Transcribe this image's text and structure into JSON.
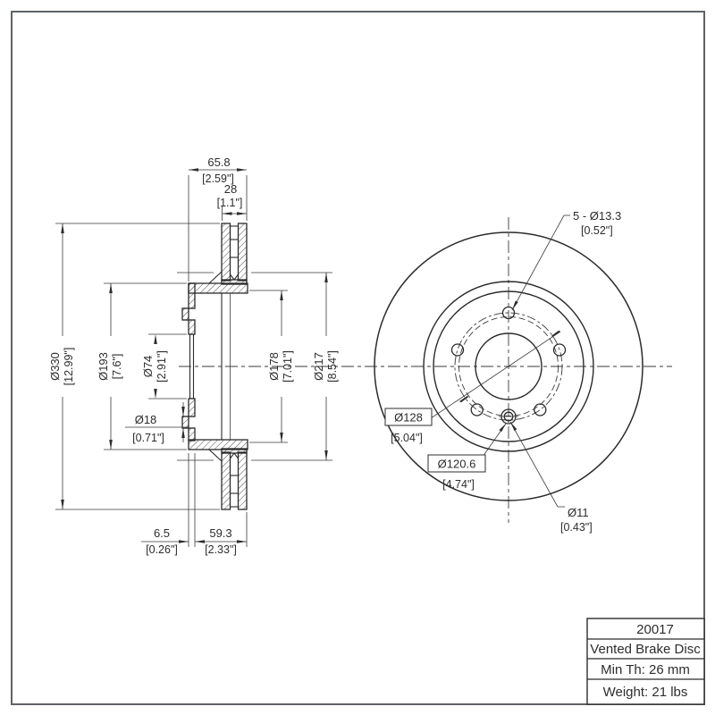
{
  "part": {
    "number": "20017",
    "name": "Vented Brake Disc",
    "min_thickness": "Min Th: 26 mm",
    "weight": "Weight: 21 lbs"
  },
  "section_view": {
    "total_width_mm": "65.8",
    "total_width_in": "[2.59\"]",
    "rotor_thickness_mm": "28",
    "rotor_thickness_in": "[1.1\"]",
    "outer_dia_mm": "Ø330",
    "outer_dia_in": "[12.99\"]",
    "hat_dia_mm": "Ø193",
    "hat_dia_in": "[7.6\"]",
    "bore_dia_mm": "Ø74",
    "bore_dia_in": "[2.91\"]",
    "lug_hole_dia_mm": "Ø18",
    "lug_hole_dia_in": "[0.71\"]",
    "inner_dia_mm": "Ø178",
    "inner_dia_in": "[7.01\"]",
    "vent_dia_mm": "Ø217",
    "vent_dia_in": "[8.54\"]",
    "offset_mm": "6.5",
    "offset_in": "[0.26\"]",
    "depth_mm": "59.3",
    "depth_in": "[2.33\"]"
  },
  "front_view": {
    "bolt_holes_mm": "5 - Ø13.3",
    "bolt_holes_in": "[0.52\"]",
    "bolt_circle_mm": "Ø128",
    "bolt_circle_in": "[5.04\"]",
    "pin_circle_mm": "Ø120.6",
    "pin_circle_in": "[4.74\"]",
    "pin_hole_mm": "Ø11",
    "pin_hole_in": "[0.43\"]"
  }
}
